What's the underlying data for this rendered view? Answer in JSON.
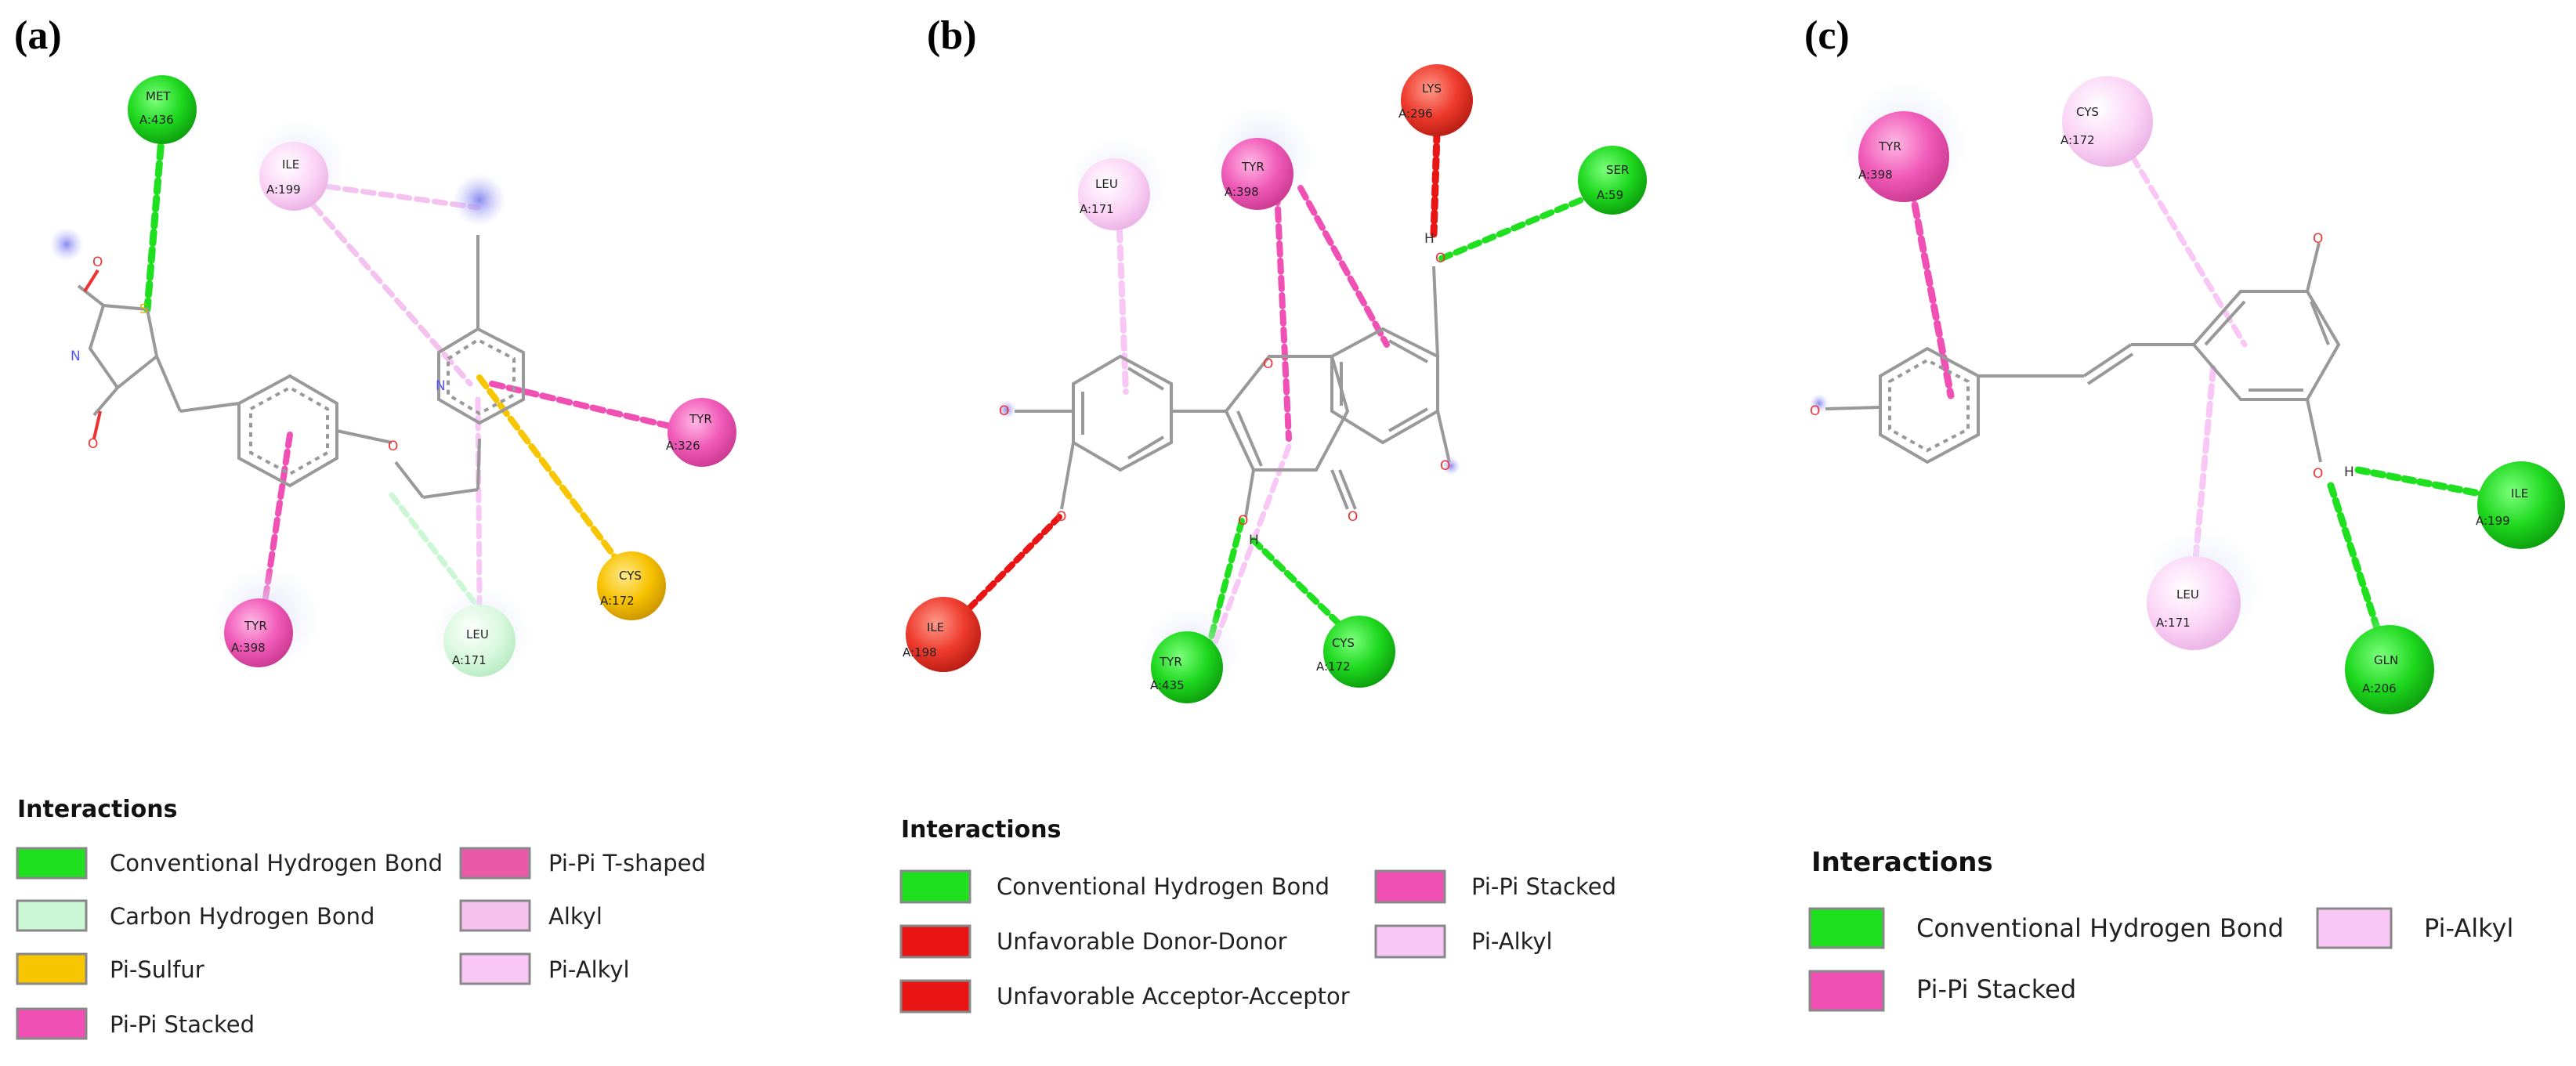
{
  "colors": {
    "conventional_hbond": "#1ee01e",
    "carbon_hbond": "#ccf7d4",
    "pi_sulfur": "#f7c600",
    "pi_pi_stacked": "#f050b4",
    "pi_pi_tshaped": "#e85aa8",
    "alkyl": "#f5c2f0",
    "pi_alkyl": "#f9c7f5",
    "unfavorable": "#e91414"
  },
  "panels": [
    {
      "label": "(a)",
      "residues": [
        {
          "name": "MET",
          "id": "A:436"
        },
        {
          "name": "ILE",
          "id": "A:199"
        },
        {
          "name": "TYR",
          "id": "A:326"
        },
        {
          "name": "CYS",
          "id": "A:172"
        },
        {
          "name": "LEU",
          "id": "A:171"
        },
        {
          "name": "TYR",
          "id": "A:398"
        }
      ],
      "legend": {
        "title": "Interactions",
        "items": [
          {
            "label": "Conventional Hydrogen Bond",
            "color": "#1ee01e"
          },
          {
            "label": "Carbon Hydrogen Bond",
            "color": "#ccf7d4"
          },
          {
            "label": "Pi-Sulfur",
            "color": "#f7c600"
          },
          {
            "label": "Pi-Pi Stacked",
            "color": "#f050b4"
          },
          {
            "label": "Pi-Pi T-shaped",
            "color": "#e85aa8"
          },
          {
            "label": "Alkyl",
            "color": "#f5c2f0"
          },
          {
            "label": "Pi-Alkyl",
            "color": "#f9c7f5"
          }
        ]
      }
    },
    {
      "label": "(b)",
      "residues": [
        {
          "name": "LYS",
          "id": "A:296"
        },
        {
          "name": "SER",
          "id": "A:59"
        },
        {
          "name": "LEU",
          "id": "A:171"
        },
        {
          "name": "TYR",
          "id": "A:398"
        },
        {
          "name": "ILE",
          "id": "A:198"
        },
        {
          "name": "TYR",
          "id": "A:435"
        },
        {
          "name": "CYS",
          "id": "A:172"
        }
      ],
      "legend": {
        "title": "Interactions",
        "items": [
          {
            "label": "Conventional Hydrogen Bond",
            "color": "#1ee01e"
          },
          {
            "label": "Unfavorable Donor-Donor",
            "color": "#e91414"
          },
          {
            "label": "Unfavorable Acceptor-Acceptor",
            "color": "#e91414"
          },
          {
            "label": "Pi-Pi Stacked",
            "color": "#f050b4"
          },
          {
            "label": "Pi-Alkyl",
            "color": "#f9c7f5"
          }
        ]
      }
    },
    {
      "label": "(c)",
      "residues": [
        {
          "name": "TYR",
          "id": "A:398"
        },
        {
          "name": "CYS",
          "id": "A:172"
        },
        {
          "name": "ILE",
          "id": "A:199"
        },
        {
          "name": "LEU",
          "id": "A:171"
        },
        {
          "name": "GLN",
          "id": "A:206"
        }
      ],
      "legend": {
        "title": "Interactions",
        "items": [
          {
            "label": "Conventional Hydrogen Bond",
            "color": "#1ee01e"
          },
          {
            "label": "Pi-Pi Stacked",
            "color": "#f050b4"
          },
          {
            "label": "Pi-Alkyl",
            "color": "#f9c7f5"
          }
        ]
      }
    }
  ],
  "atoms": {
    "O": "O",
    "N": "N",
    "S": "S",
    "H": "H"
  }
}
